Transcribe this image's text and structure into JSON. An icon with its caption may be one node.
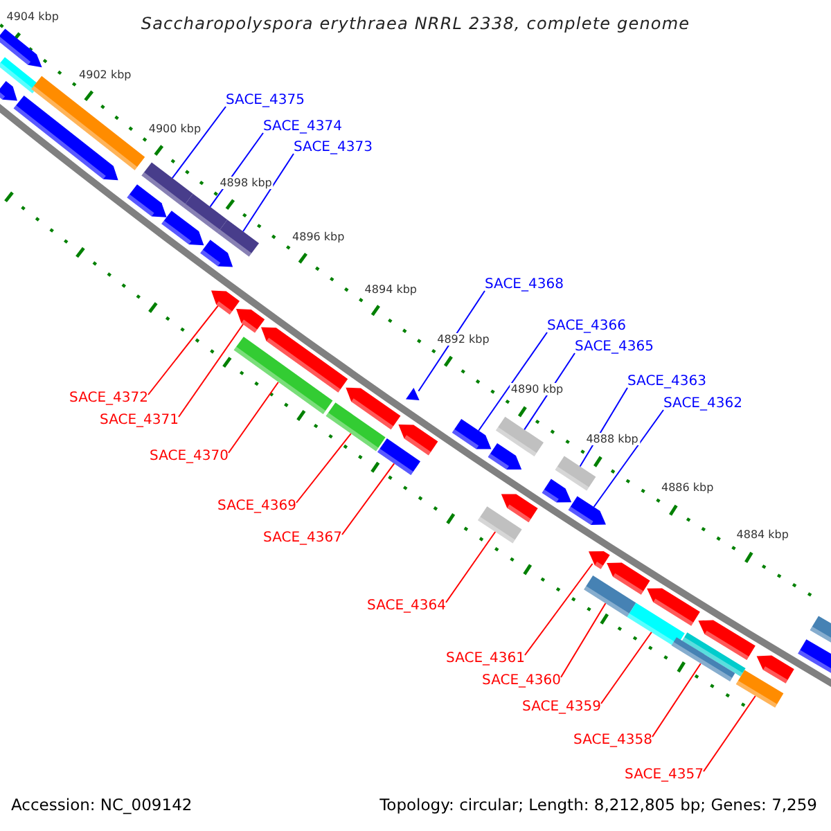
{
  "diagram": {
    "title": "Saccharopolyspora erythraea NRRL 2338, complete genome",
    "nodes": [
      {
        "text": [
          "SACE_4375"
        ]
      },
      {
        "text": [
          "SACE_4374"
        ]
      },
      {
        "text": [
          "SACE_4373"
        ]
      },
      {
        "text": [
          "SACE_4368"
        ]
      },
      {
        "text": [
          "SACE_4366"
        ]
      },
      {
        "text": [
          "SACE_4365"
        ]
      },
      {
        "text": [
          "SACE_4363"
        ]
      },
      {
        "text": [
          "SACE_4372"
        ]
      },
      {
        "text": [
          "SACE_4362"
        ]
      },
      {
        "text": [
          "SACE_4371"
        ]
      },
      {
        "text": [
          "SACE_4370"
        ]
      },
      {
        "text": [
          "SACE_4369"
        ]
      },
      {
        "text": [
          "SACE_4367"
        ]
      },
      {
        "text": [
          "SACE_4364"
        ]
      },
      {
        "text": [
          "SACE_4361"
        ]
      },
      {
        "text": [
          "SACE_4360"
        ]
      },
      {
        "text": [
          "SACE_4359"
        ]
      },
      {
        "text": [
          "SACE_4358"
        ]
      },
      {
        "text": [
          "SACE_4357"
        ]
      },
      {
        "text": [],
        "shape": "arrow"
      },
      {
        "text": [],
        "shape": "bar"
      },
      {
        "text": [],
        "shape": "arrow"
      },
      {
        "text": [],
        "shape": "bar"
      },
      {
        "text": [],
        "shape": "arrow"
      },
      {
        "text": [],
        "shape": "bar"
      },
      {
        "text": [],
        "shape": "bar"
      },
      {
        "text": [],
        "shape": "bar"
      },
      {
        "text": [],
        "shape": "arrow"
      },
      {
        "text": [],
        "shape": "arrow"
      },
      {
        "text": [],
        "shape": "arrow"
      },
      {
        "text": [],
        "shape": "arrow"
      },
      {
        "text": [],
        "shape": "arrow"
      },
      {
        "text": [],
        "shape": "bar"
      },
      {
        "text": [],
        "shape": "arrow"
      },
      {
        "text": [],
        "shape": "bar"
      },
      {
        "text": [],
        "shape": "arrow"
      },
      {
        "text": [],
        "shape": "arrow"
      },
      {
        "text": [],
        "shape": "arrow"
      },
      {
        "text": [],
        "shape": "bar"
      },
      {
        "text": [],
        "shape": "arrow"
      },
      {
        "text": [],
        "shape": "arrow"
      },
      {
        "text": [],
        "shape": "arrow"
      },
      {
        "text": [],
        "shape": "arrow"
      },
      {
        "text": [],
        "shape": "arrow"
      },
      {
        "text": [],
        "shape": "arrow"
      },
      {
        "text": [],
        "shape": "arrow"
      },
      {
        "text": [],
        "shape": "arrow"
      },
      {
        "text": [],
        "shape": "arrow"
      },
      {
        "text": [],
        "shape": "arrow"
      },
      {
        "text": [],
        "shape": "arrow"
      },
      {
        "text": [],
        "shape": "bar"
      },
      {
        "text": [],
        "shape": "bar"
      },
      {
        "text": [],
        "shape": "bar"
      },
      {
        "text": [],
        "shape": "bar"
      },
      {
        "text": [],
        "shape": "bar"
      },
      {
        "text": [],
        "shape": "bar"
      },
      {
        "text": [],
        "shape": "bar"
      },
      {
        "text": [],
        "shape": "bar"
      },
      {
        "text": [],
        "shape": "bar"
      }
    ],
    "edges": [
      {
        "from": 0,
        "to": 24,
        "arrow": "none",
        "color": "#0000ff"
      },
      {
        "from": 1,
        "to": 25,
        "arrow": "none",
        "color": "#0000ff"
      },
      {
        "from": 2,
        "to": 26,
        "arrow": "none",
        "color": "#0000ff"
      },
      {
        "from": 3,
        "to": 30,
        "arrow": "none",
        "color": "#0000ff"
      },
      {
        "from": 4,
        "to": 31,
        "arrow": "none",
        "color": "#0000ff"
      },
      {
        "from": 5,
        "to": 32,
        "arrow": "none",
        "color": "#0000ff"
      },
      {
        "from": 6,
        "to": 34,
        "arrow": "none",
        "color": "#0000ff"
      },
      {
        "from": 7,
        "to": 39,
        "arrow": "none"
      },
      {
        "from": 8,
        "to": 36,
        "arrow": "none",
        "color": "#0000ff"
      },
      {
        "from": 9,
        "to": 40,
        "arrow": "none"
      },
      {
        "from": 10,
        "to": 50,
        "arrow": "none"
      },
      {
        "from": 11,
        "to": 51,
        "arrow": "none"
      },
      {
        "from": 12,
        "to": 52,
        "arrow": "none"
      },
      {
        "from": 13,
        "to": 53,
        "arrow": "none"
      },
      {
        "from": 14,
        "to": 45,
        "arrow": "none"
      },
      {
        "from": 15,
        "to": 54,
        "arrow": "none"
      },
      {
        "from": 16,
        "to": 55,
        "arrow": "none"
      },
      {
        "from": 17,
        "to": 57,
        "arrow": "none"
      },
      {
        "from": 18,
        "to": 58,
        "arrow": "none"
      }
    ],
    "labels": [
      "4904 kbp",
      "4902 kbp",
      "4900 kbp",
      "4898 kbp",
      "4896 kbp",
      "4894 kbp",
      "4892 kbp",
      "4890 kbp",
      "4888 kbp",
      "4886 kbp",
      "4884 kbp",
      "Accession: NC_009142",
      "Topology: circular; Length: 8,212,805 bp; Genes: 7,259"
    ]
  }
}
